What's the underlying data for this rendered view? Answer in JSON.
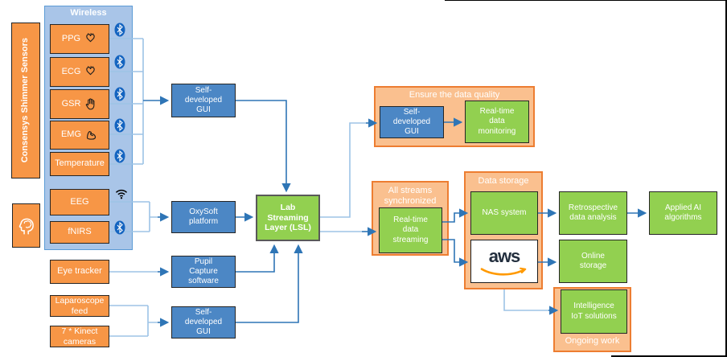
{
  "palette": {
    "orange_box": "#F79646",
    "orange_container_fill": "#FAC08F",
    "orange_container_border": "#ED7D31",
    "blue_container_fill": "#A9C5E8",
    "blue_container_border": "#5B9BD5",
    "blue_box": "#4C87C5",
    "green_box": "#92D050",
    "wire_light": "#9DC3E6",
    "wire_dark": "#2E75B6",
    "bluetooth_badge": "#1464C0",
    "aws_smile": "#FF9900"
  },
  "left_panel": {
    "consensys_label": "Consensys Shimmer Sensors",
    "wireless_label": "Wireless",
    "shimmer_sensors": [
      {
        "label": "PPG",
        "icon": "heart-icon",
        "link": "bluetooth"
      },
      {
        "label": "ECG",
        "icon": "heart-icon",
        "link": "bluetooth"
      },
      {
        "label": "GSR",
        "icon": "hand-icon",
        "link": "bluetooth"
      },
      {
        "label": "EMG",
        "icon": "muscle-icon",
        "link": "bluetooth"
      },
      {
        "label": "Temperature",
        "icon": "",
        "link": "bluetooth"
      }
    ],
    "neuro_sensors": [
      {
        "label": "EEG",
        "link": "wifi"
      },
      {
        "label": "fNIRS",
        "link": "bluetooth"
      }
    ],
    "eye_tracker": "Eye tracker",
    "laparoscope": "Laparoscope\nfeed",
    "kinect": "7 * Kinect\ncameras"
  },
  "software": {
    "gui_top": "Self-\ndeveloped\nGUI",
    "oxysoft": "OxySoft\nplatform",
    "pupil": "Pupil\nCapture\nsoftware",
    "gui_bottom": "Self-\ndeveloped\nGUI",
    "lsl": "Lab\nStreaming\nLayer (LSL)"
  },
  "quality": {
    "container_label": "Ensure the data quality",
    "gui": "Self-\ndeveloped\nGUI",
    "monitoring": "Real-time\ndata\nmonitoring"
  },
  "streaming": {
    "container_label": "All streams\nsynchronized",
    "box": "Real-time\ndata\nstreaming"
  },
  "storage": {
    "container_label": "Data storage",
    "nas": "NAS system",
    "aws": "aws"
  },
  "analysis": {
    "retrospective": "Retrospective\ndata analysis",
    "applied_ai": "Applied AI\nalgorithms",
    "online_storage": "Online\nstorage"
  },
  "ongoing": {
    "container_label": "Ongoing work",
    "iot": "Intelligence\nIoT solutions"
  }
}
